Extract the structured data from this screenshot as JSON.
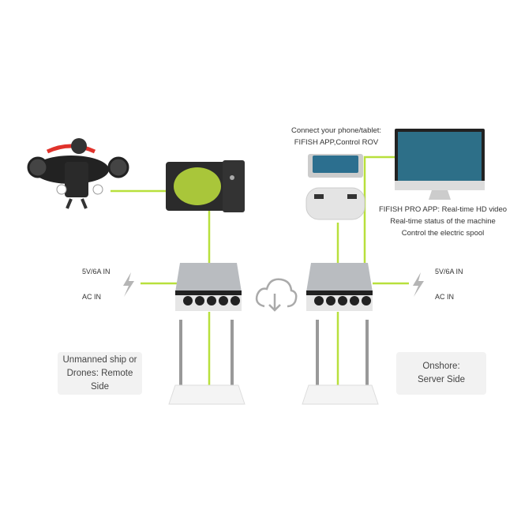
{
  "colors": {
    "link": "#b8e03c",
    "hub": "#b9bcc0",
    "accent": "#e0322b"
  },
  "phone_caption": {
    "line1": "Connect your phone/tablet:",
    "line2": "FIFISH APP,Control ROV"
  },
  "monitor_caption": {
    "line1": "FIFISH PRO APP: Real-time HD video",
    "line2": "Real-time status of the machine",
    "line3": "Control the electric spool"
  },
  "left_power": {
    "dc": "5V/6A IN",
    "ac": "AC  IN"
  },
  "right_power": {
    "dc": "5V/6A IN",
    "ac": "AC  IN"
  },
  "left_box": {
    "line1": "Unmanned ship or",
    "line2": "Drones: Remote Side"
  },
  "right_box": {
    "line1": "Onshore:",
    "line2": "Server Side"
  }
}
